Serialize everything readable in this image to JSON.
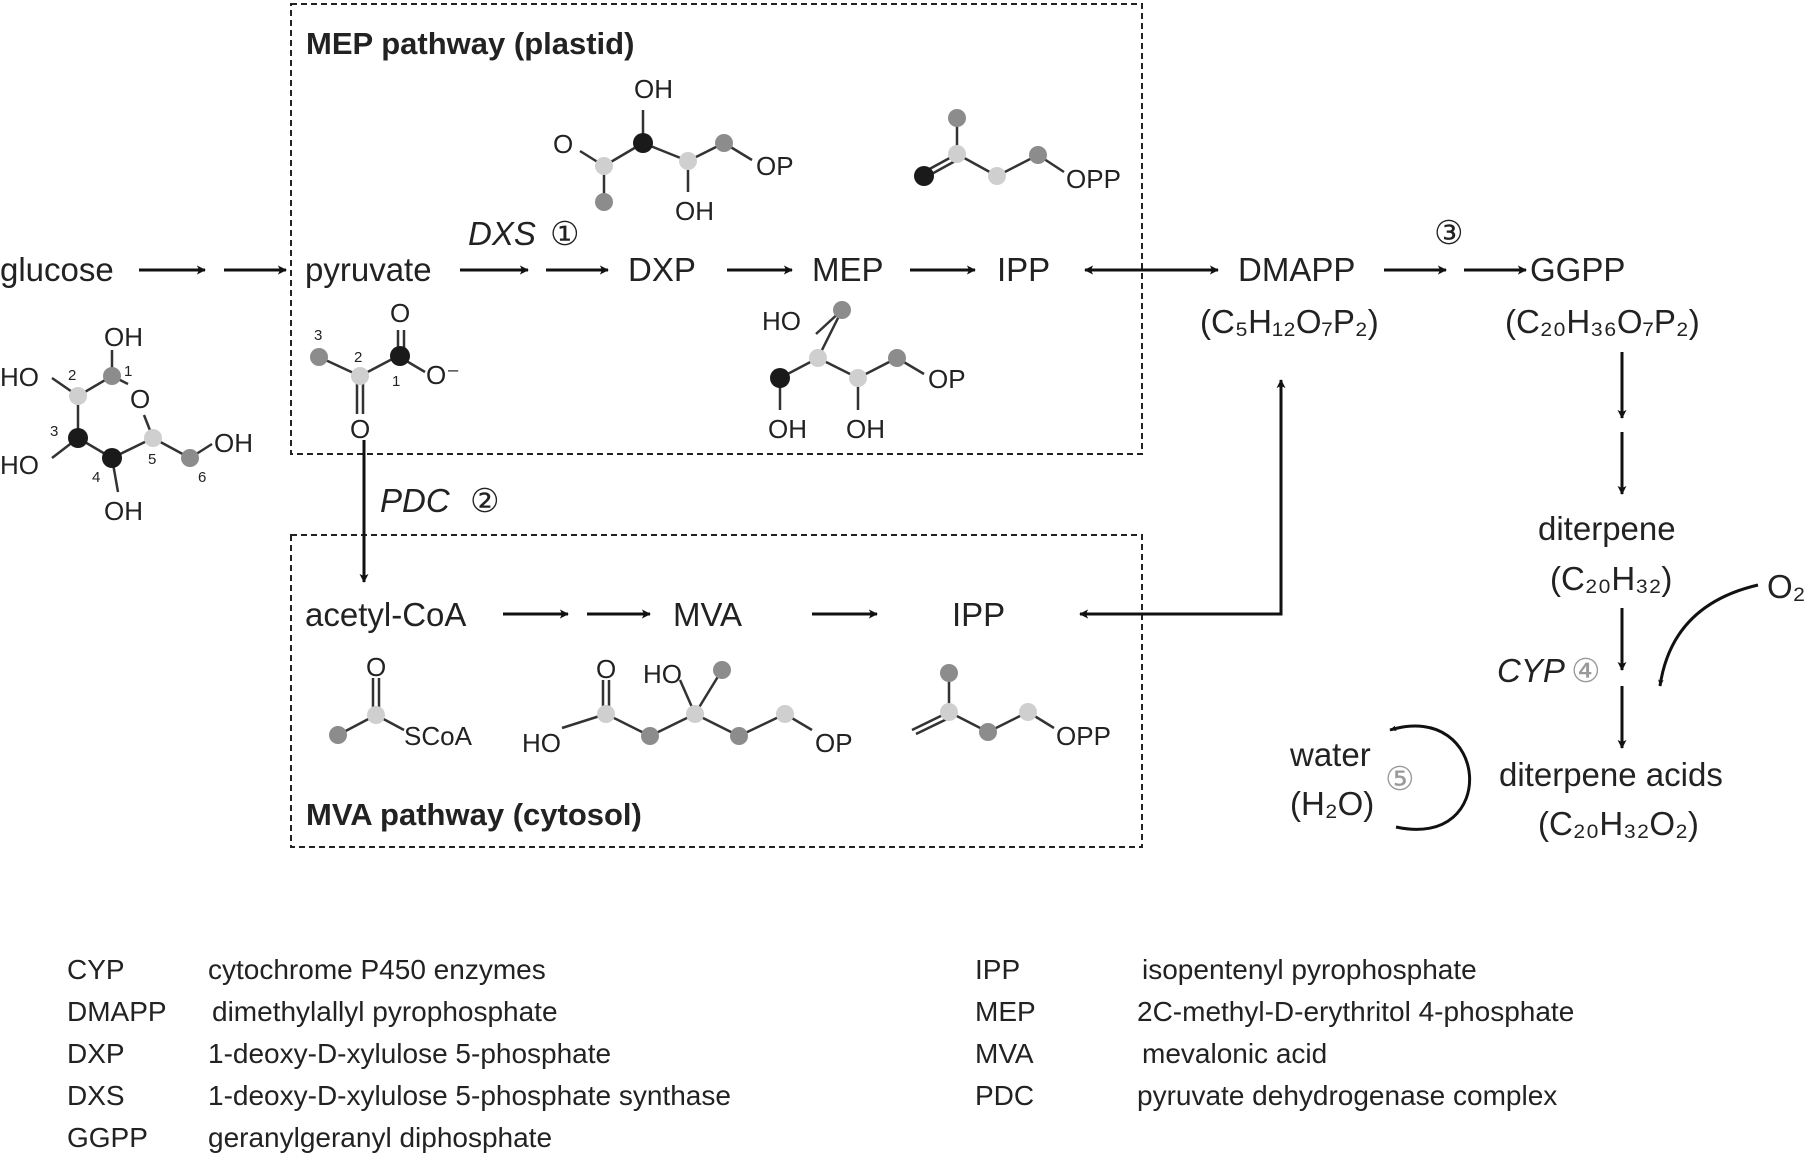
{
  "mep_box": {
    "title": "MEP pathway (plastid)"
  },
  "mva_box": {
    "title": "MVA pathway (cytosol)"
  },
  "nodes": {
    "glucose": "glucose",
    "pyruvate": "pyruvate",
    "dxp": "DXP",
    "mep": "MEP",
    "ipp_plastid": "IPP",
    "dmapp": "DMAPP",
    "dmapp_formula": "(C₅H₁₂O₇P₂)",
    "ggpp": "GGPP",
    "ggpp_formula": "(C₂₀H₃₆O₇P₂)",
    "diterpene": "diterpene",
    "diterpene_formula": "(C₂₀H₃₂)",
    "diterpene_acids": "diterpene acids",
    "diterpene_acids_formula": "(C₂₀H₃₂O₂)",
    "acetyl_coa": "acetyl-CoA",
    "mva": "MVA",
    "ipp_cytosol": "IPP",
    "water": "water",
    "water_formula": "(H₂O)",
    "oxygen": "O₂"
  },
  "enzymes": {
    "dxs": "DXS",
    "dxs_step": "①",
    "pdc": "PDC",
    "pdc_step": "②",
    "step3": "③",
    "cyp": "CYP",
    "cyp_step": "④",
    "step5": "⑤"
  },
  "atoms": {
    "oh": "OH",
    "ho": "HO",
    "o": "O",
    "o_minus": "O⁻",
    "op": "OP",
    "opp": "OPP",
    "scoa": "SCoA",
    "n1": "1",
    "n2": "2",
    "n3": "3",
    "n4": "4",
    "n5": "5",
    "n6": "6"
  },
  "legend_left": [
    {
      "abbr": "CYP",
      "full": "cytochrome P450 enzymes"
    },
    {
      "abbr": "DMAPP",
      "full": "dimethylallyl pyrophosphate"
    },
    {
      "abbr": "DXP",
      "full": "1-deoxy-D-xylulose 5-phosphate"
    },
    {
      "abbr": "DXS",
      "full": "1-deoxy-D-xylulose 5-phosphate synthase"
    },
    {
      "abbr": "GGPP",
      "full": "geranylgeranyl diphosphate"
    }
  ],
  "legend_right": [
    {
      "abbr": "IPP",
      "full": "isopentenyl pyrophosphate"
    },
    {
      "abbr": "MEP",
      "full": "2C-methyl-D-erythritol 4-phosphate"
    },
    {
      "abbr": "MVA",
      "full": "mevalonic acid"
    },
    {
      "abbr": "PDC",
      "full": "pyruvate dehydrogenase complex"
    }
  ],
  "colors": {
    "black": "#1a1a1a",
    "mid_gray": "#8c8c8c",
    "light_gray": "#cfcfcf",
    "step_gray": "#9a9a9a"
  }
}
